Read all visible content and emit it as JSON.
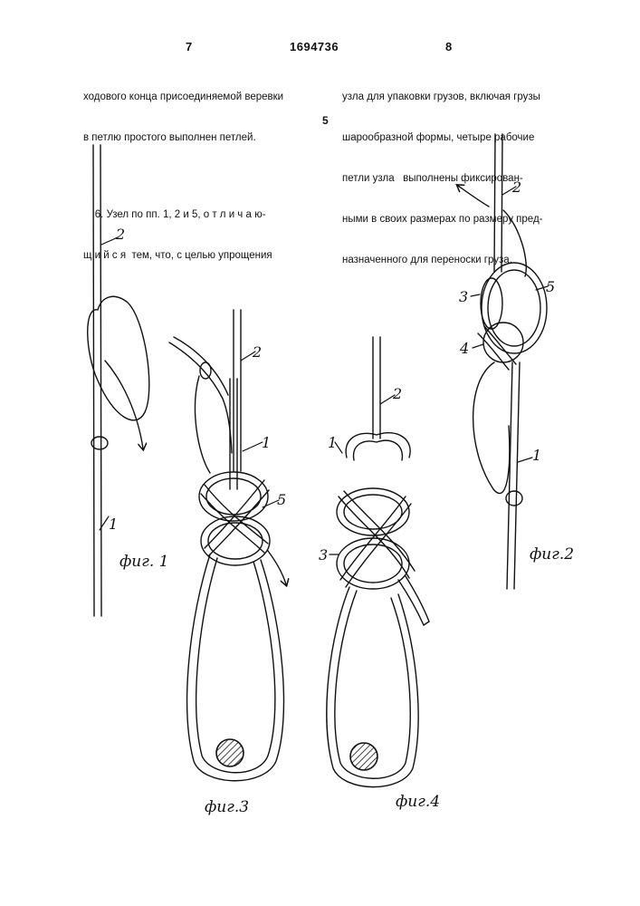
{
  "header": {
    "page_left": "7",
    "patent_number": "1694736",
    "page_right": "8"
  },
  "left_column": {
    "lines": [
      "ходового конца присоединяемой веревки",
      "в петлю простого выполнен петлей.",
      "",
      "    6. Узел по пп. 1, 2 и 5, о т л и ч а ю-",
      "щ и й с я  тем, что, с целью упрощения"
    ]
  },
  "line_marker": "5",
  "right_column": {
    "lines": [
      "узла для упаковки грузов, включая грузы",
      "шарообразной формы, четыре рабочие",
      "петли узла   выполнены фиксирован-",
      "ными в своих размерах по размеру пред-",
      "назначенного для переноски груза."
    ]
  },
  "figures": [
    {
      "caption": "фиг. 1",
      "labels": [
        "1",
        "2"
      ]
    },
    {
      "caption": "фиг.2",
      "labels": [
        "1",
        "2",
        "3",
        "4",
        "5"
      ]
    },
    {
      "caption": "фиг.3",
      "labels": [
        "1",
        "2",
        "5"
      ]
    },
    {
      "caption": "фиг.4",
      "labels": [
        "1",
        "2",
        "3"
      ]
    }
  ]
}
